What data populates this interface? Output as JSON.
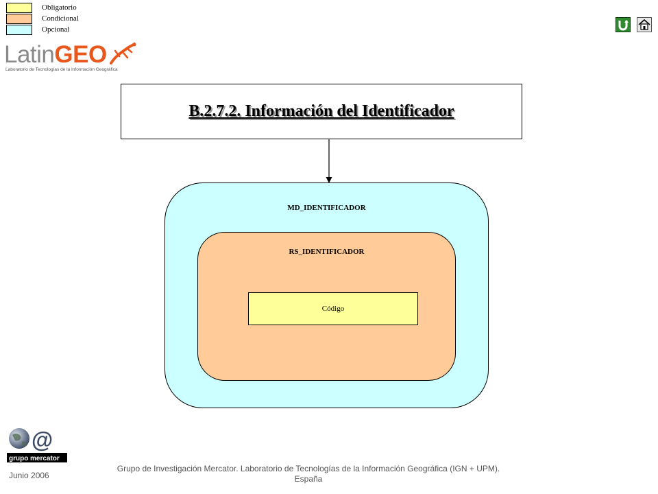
{
  "legend": {
    "items": [
      {
        "label": "Obligatorio",
        "color": "#ffff99"
      },
      {
        "label": "Condicional",
        "color": "#ffcc99"
      },
      {
        "label": "Opcional",
        "color": "#ccffff"
      }
    ]
  },
  "nav": {
    "back_icon": "u-turn-back-icon",
    "home_icon": "home-icon"
  },
  "logo": {
    "brand_latin": "Latin",
    "brand_geo": "GEO",
    "subtitle": "Laboratorio de Tecnologías de la Información Geográfica"
  },
  "diagram": {
    "title": "B.2.7.2. Información del Identificador",
    "outer_label": "MD_IDENTIFICADOR",
    "inner_label": "RS_IDENTIFICADOR",
    "field_label": "Código",
    "colors": {
      "mandatory": "#ffff99",
      "conditional": "#ffcc99",
      "optional": "#ccffff"
    }
  },
  "footer": {
    "mercator_logo": "grupo mercator",
    "date": "Junio 2006",
    "credit_line1": "Grupo de Investigación Mercator. Laboratorio de Tecnologías de la Información Geográfica (IGN + UPM).",
    "credit_line2": "España"
  }
}
